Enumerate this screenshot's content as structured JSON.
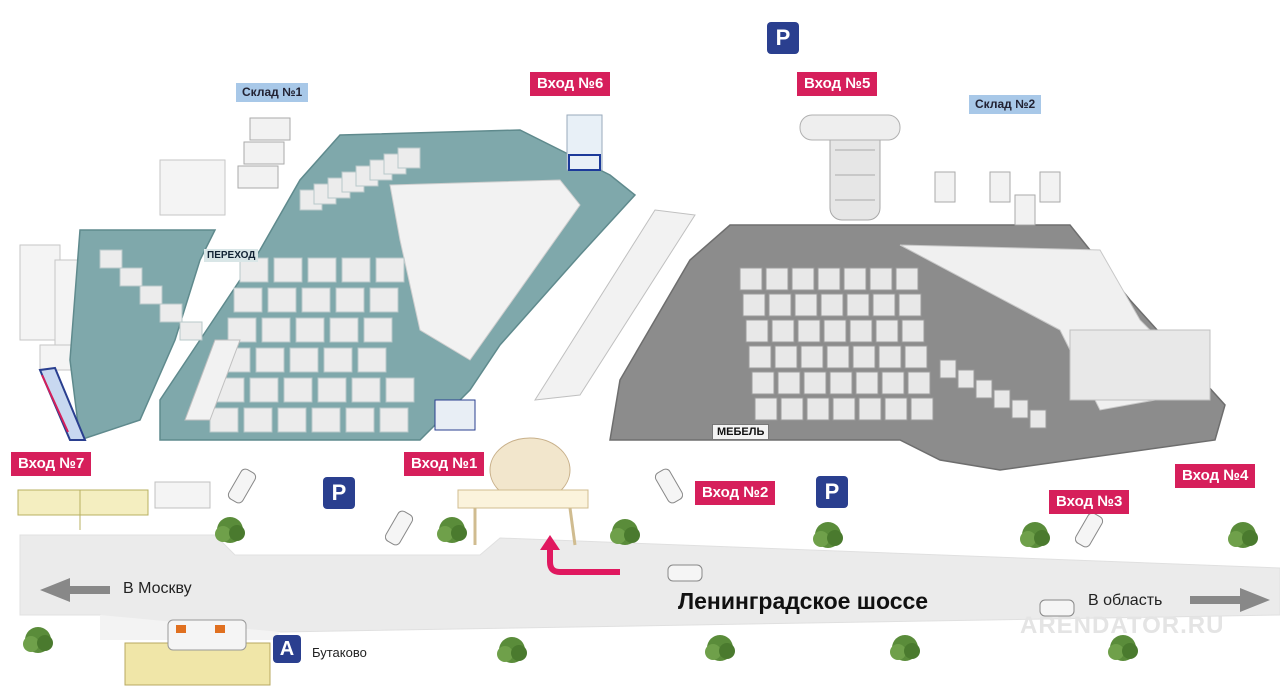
{
  "colors": {
    "entrance": "#d61f5b",
    "warehouse": "#a8c8e8",
    "parking": "#2a3f8f",
    "teal_building": "#7fa8ab",
    "gray_building": "#8c8c8c",
    "road": "#ebebeb",
    "tree": "#5a8c3a",
    "arrow": "#e0185f"
  },
  "entrances": [
    {
      "id": "1",
      "label": "Вход №1"
    },
    {
      "id": "2",
      "label": "Вход №2"
    },
    {
      "id": "3",
      "label": "Вход №3"
    },
    {
      "id": "4",
      "label": "Вход №4"
    },
    {
      "id": "5",
      "label": "Вход №5"
    },
    {
      "id": "6",
      "label": "Вход №6"
    },
    {
      "id": "7",
      "label": "Вход №7"
    }
  ],
  "warehouses": [
    {
      "id": "1",
      "label": "Склад №1"
    },
    {
      "id": "2",
      "label": "Склад №2"
    }
  ],
  "parking": {
    "symbol": "P"
  },
  "bus_stop": {
    "symbol": "A",
    "name": "Бутаково"
  },
  "road": {
    "name": "Ленинградское шоссе",
    "to_moscow": "В Москву",
    "to_region": "В область"
  },
  "signs": {
    "passage": "ПЕРЕХОД",
    "furniture": "МЕБЕЛЬ"
  },
  "watermark": "ARENDATOR.RU"
}
